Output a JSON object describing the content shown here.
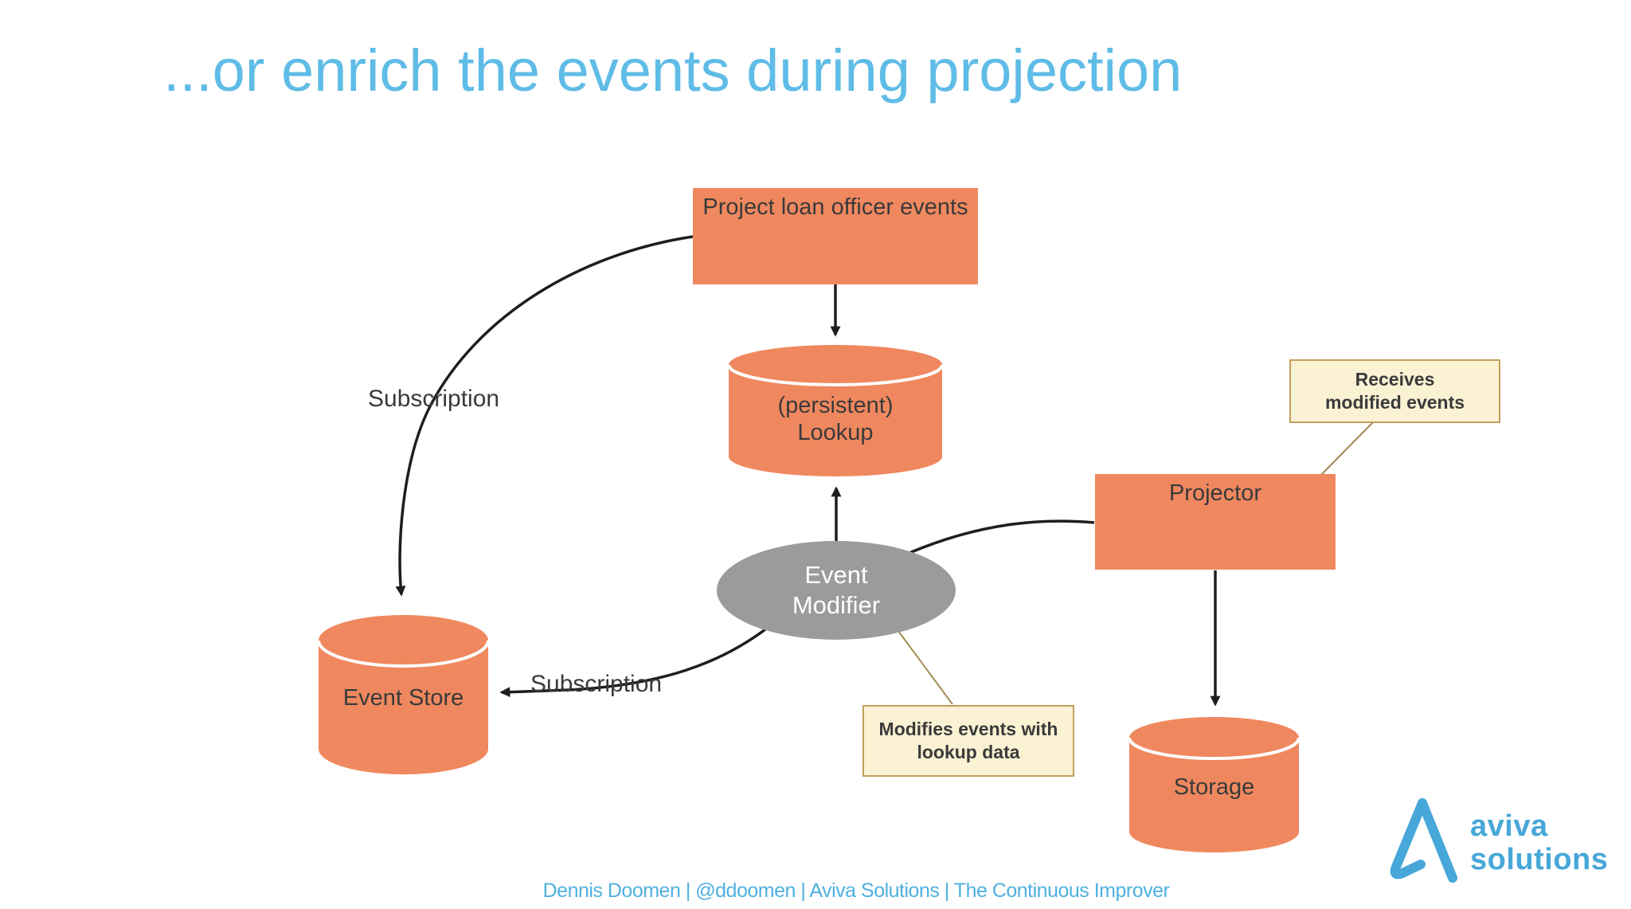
{
  "slide": {
    "title": "...or enrich the events during projection",
    "footer": "Dennis Doomen | @ddoomen | Aviva Solutions | The Continuous Improver"
  },
  "colors": {
    "title_blue": "#5FBCE7",
    "footer_blue": "#4FB0DF",
    "logo_blue": "#47A7D9",
    "shape_orange": "#F0885F",
    "ellipse_gray": "#9B9B9B",
    "note_background": "#FBF2D4",
    "note_border": "#C2A05B",
    "note_connector_line": "#A08C50",
    "arrow_black": "#1E1E1E"
  },
  "diagram": {
    "nodes": {
      "project_box": {
        "label": "Project loan officer events"
      },
      "lookup": {
        "label": "(persistent)\nLookup"
      },
      "projector": {
        "label": "Projector"
      },
      "event_modifier": {
        "label": "Event\nModifier"
      },
      "event_store": {
        "label": "Event Store"
      },
      "storage": {
        "label": "Storage"
      }
    },
    "notes": {
      "receives": {
        "text": "Receives\nmodified events"
      },
      "modifies": {
        "text": "Modifies events with\nlookup data"
      }
    },
    "edge_labels": {
      "subscription_top": "Subscription",
      "subscription_bottom": "Subscription"
    }
  },
  "logo": {
    "line1": "aviva",
    "line2": "solutions"
  }
}
